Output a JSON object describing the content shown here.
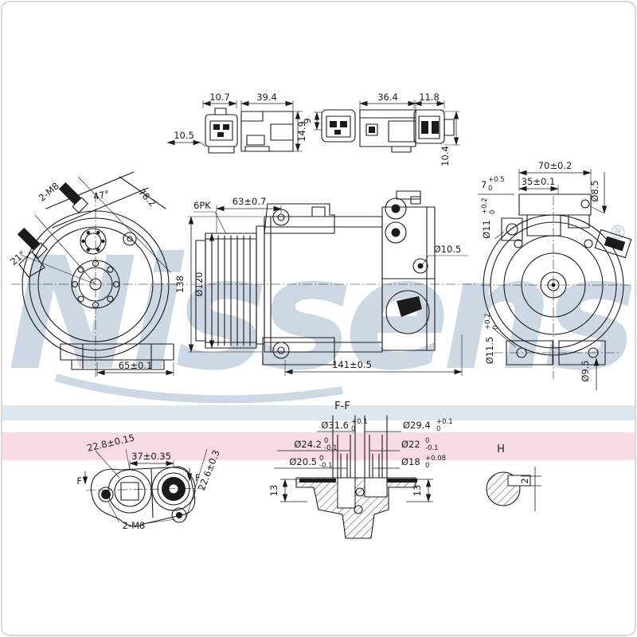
{
  "watermark": {
    "text": "Nissens",
    "reg": "®"
  },
  "colors": {
    "line": "#1b1b1b",
    "watermark": "#cdd8e4",
    "stripe_blue": "#dee6ee",
    "stripe_pink": "#f8dce1"
  },
  "connector_group": {
    "c1_face_width": "10.7",
    "c1_offset": "10.5",
    "c1_side_length": "39.4",
    "c1_side_height": "14.9",
    "c2_face_height": "9",
    "c2_side_length": "36.4",
    "c3_width": "11.8",
    "c3_height": "10.4"
  },
  "front_view": {
    "stud_label": "2-M8",
    "angle_top": "47°",
    "diag_dim": "78.2",
    "angle_left": "21°",
    "base_width": "65±0.1"
  },
  "side_view": {
    "belt_label": "6PK",
    "front_to_mount": "63±0.7",
    "pulley_dia": "Ø120",
    "body_height": "138",
    "overall_length": "141±0.5",
    "valve_dia": "Ø10.5"
  },
  "rear_view": {
    "mount_width": "70±0.2",
    "mount_inner": "35±0.1",
    "step": {
      "value": "7",
      "tol_up": "+0.5",
      "tol_dn": "0"
    },
    "hole_top": "Ø8.5",
    "bush_side": {
      "value": "Ø11",
      "tol_up": "+0.2",
      "tol_dn": "0"
    },
    "bush_bottom": {
      "value": "Ø11.5",
      "tol_up": "+0.2",
      "tol_dn": "0"
    },
    "hole_bottom": "Ø9.5"
  },
  "flange_view": {
    "dim_left": "22.8±0.15",
    "dim_center": "37±0.35",
    "dim_right": "22.6±0.3",
    "stud_label": "2-M8",
    "cut_left": "F",
    "cut_right": "F"
  },
  "section_ff": {
    "title": "F-F",
    "d_left": [
      {
        "value": "Ø31.6",
        "tol_up": "+0.1",
        "tol_dn": "0"
      },
      {
        "value": "Ø24.2",
        "tol_up": "0",
        "tol_dn": "-0.1"
      },
      {
        "value": "Ø20.5",
        "tol_up": "0",
        "tol_dn": "-0.1"
      }
    ],
    "d_right": [
      {
        "value": "Ø29.4",
        "tol_up": "+0.1",
        "tol_dn": "0"
      },
      {
        "value": "Ø22",
        "tol_up": "0",
        "tol_dn": "-0.1"
      },
      {
        "value": "Ø18",
        "tol_up": "+0.08",
        "tol_dn": "0"
      }
    ],
    "depth_left": "13",
    "depth_right": "13"
  },
  "detail_h": {
    "title": "H",
    "groove": "2"
  }
}
